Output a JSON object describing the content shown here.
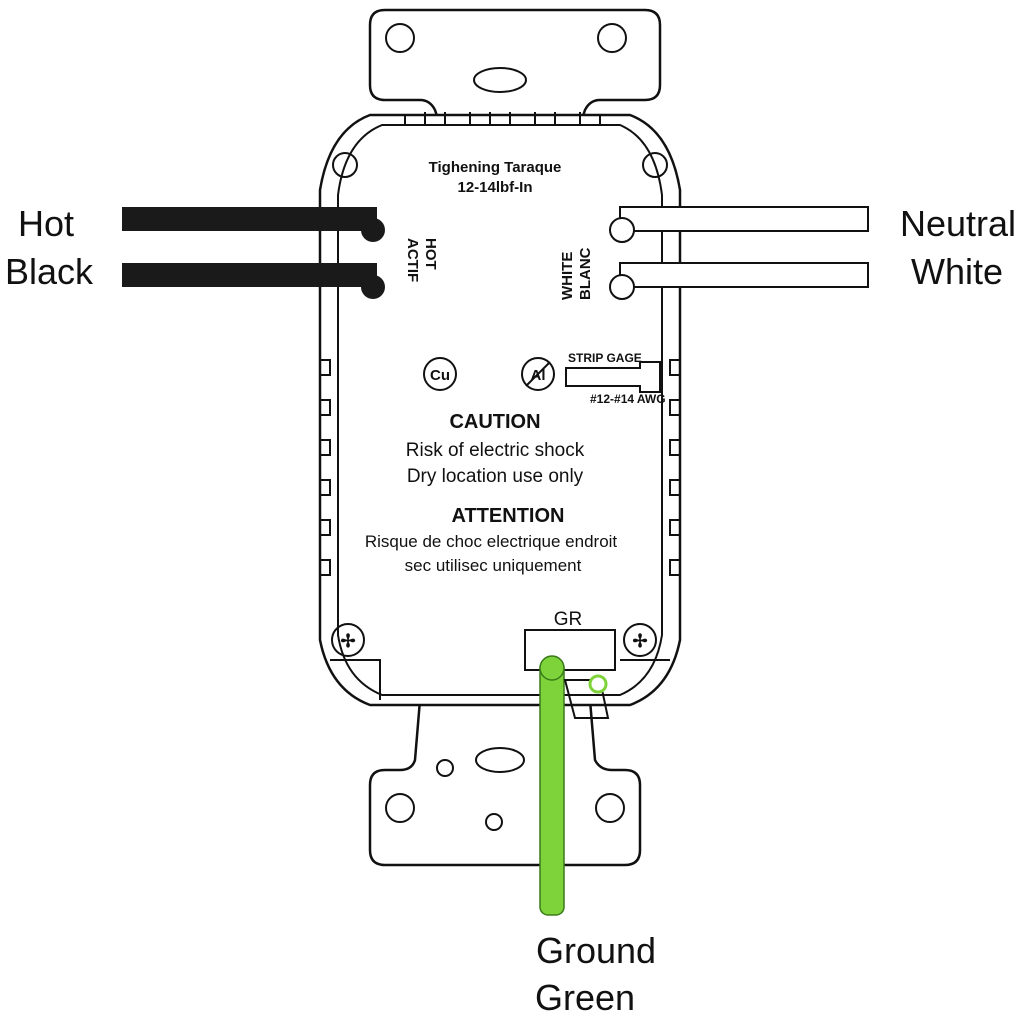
{
  "wires": {
    "hot_label_1": "Hot",
    "hot_label_2": "Black",
    "neutral_label_1": "Neutral",
    "neutral_label_2": "White",
    "ground_label_1": "Ground",
    "ground_label_2": "Green",
    "hot_color": "#1a1a1a",
    "neutral_color": "#ffffff",
    "ground_color": "#7fd33a"
  },
  "device": {
    "torque_line_1": "Tighening Taraque",
    "torque_line_2": "12-14lbf-In",
    "hot_terminal_1": "HOT",
    "hot_terminal_2": "ACTIF",
    "neutral_terminal_1": "WHITE",
    "neutral_terminal_2": "BLANC",
    "cu_symbol": "Cu",
    "al_symbol": "Al",
    "strip_gage": "STRIP GAGE",
    "awg": "#12-#14 AWG",
    "caution_title": "CAUTION",
    "caution_line_1": "Risk of electric shock",
    "caution_line_2": "Dry location use only",
    "attention_title": "ATTENTION",
    "attention_line_1": "Risque de choc electrique endroit",
    "attention_line_2": "sec utilisec uniquement",
    "ground_terminal": "GR"
  }
}
